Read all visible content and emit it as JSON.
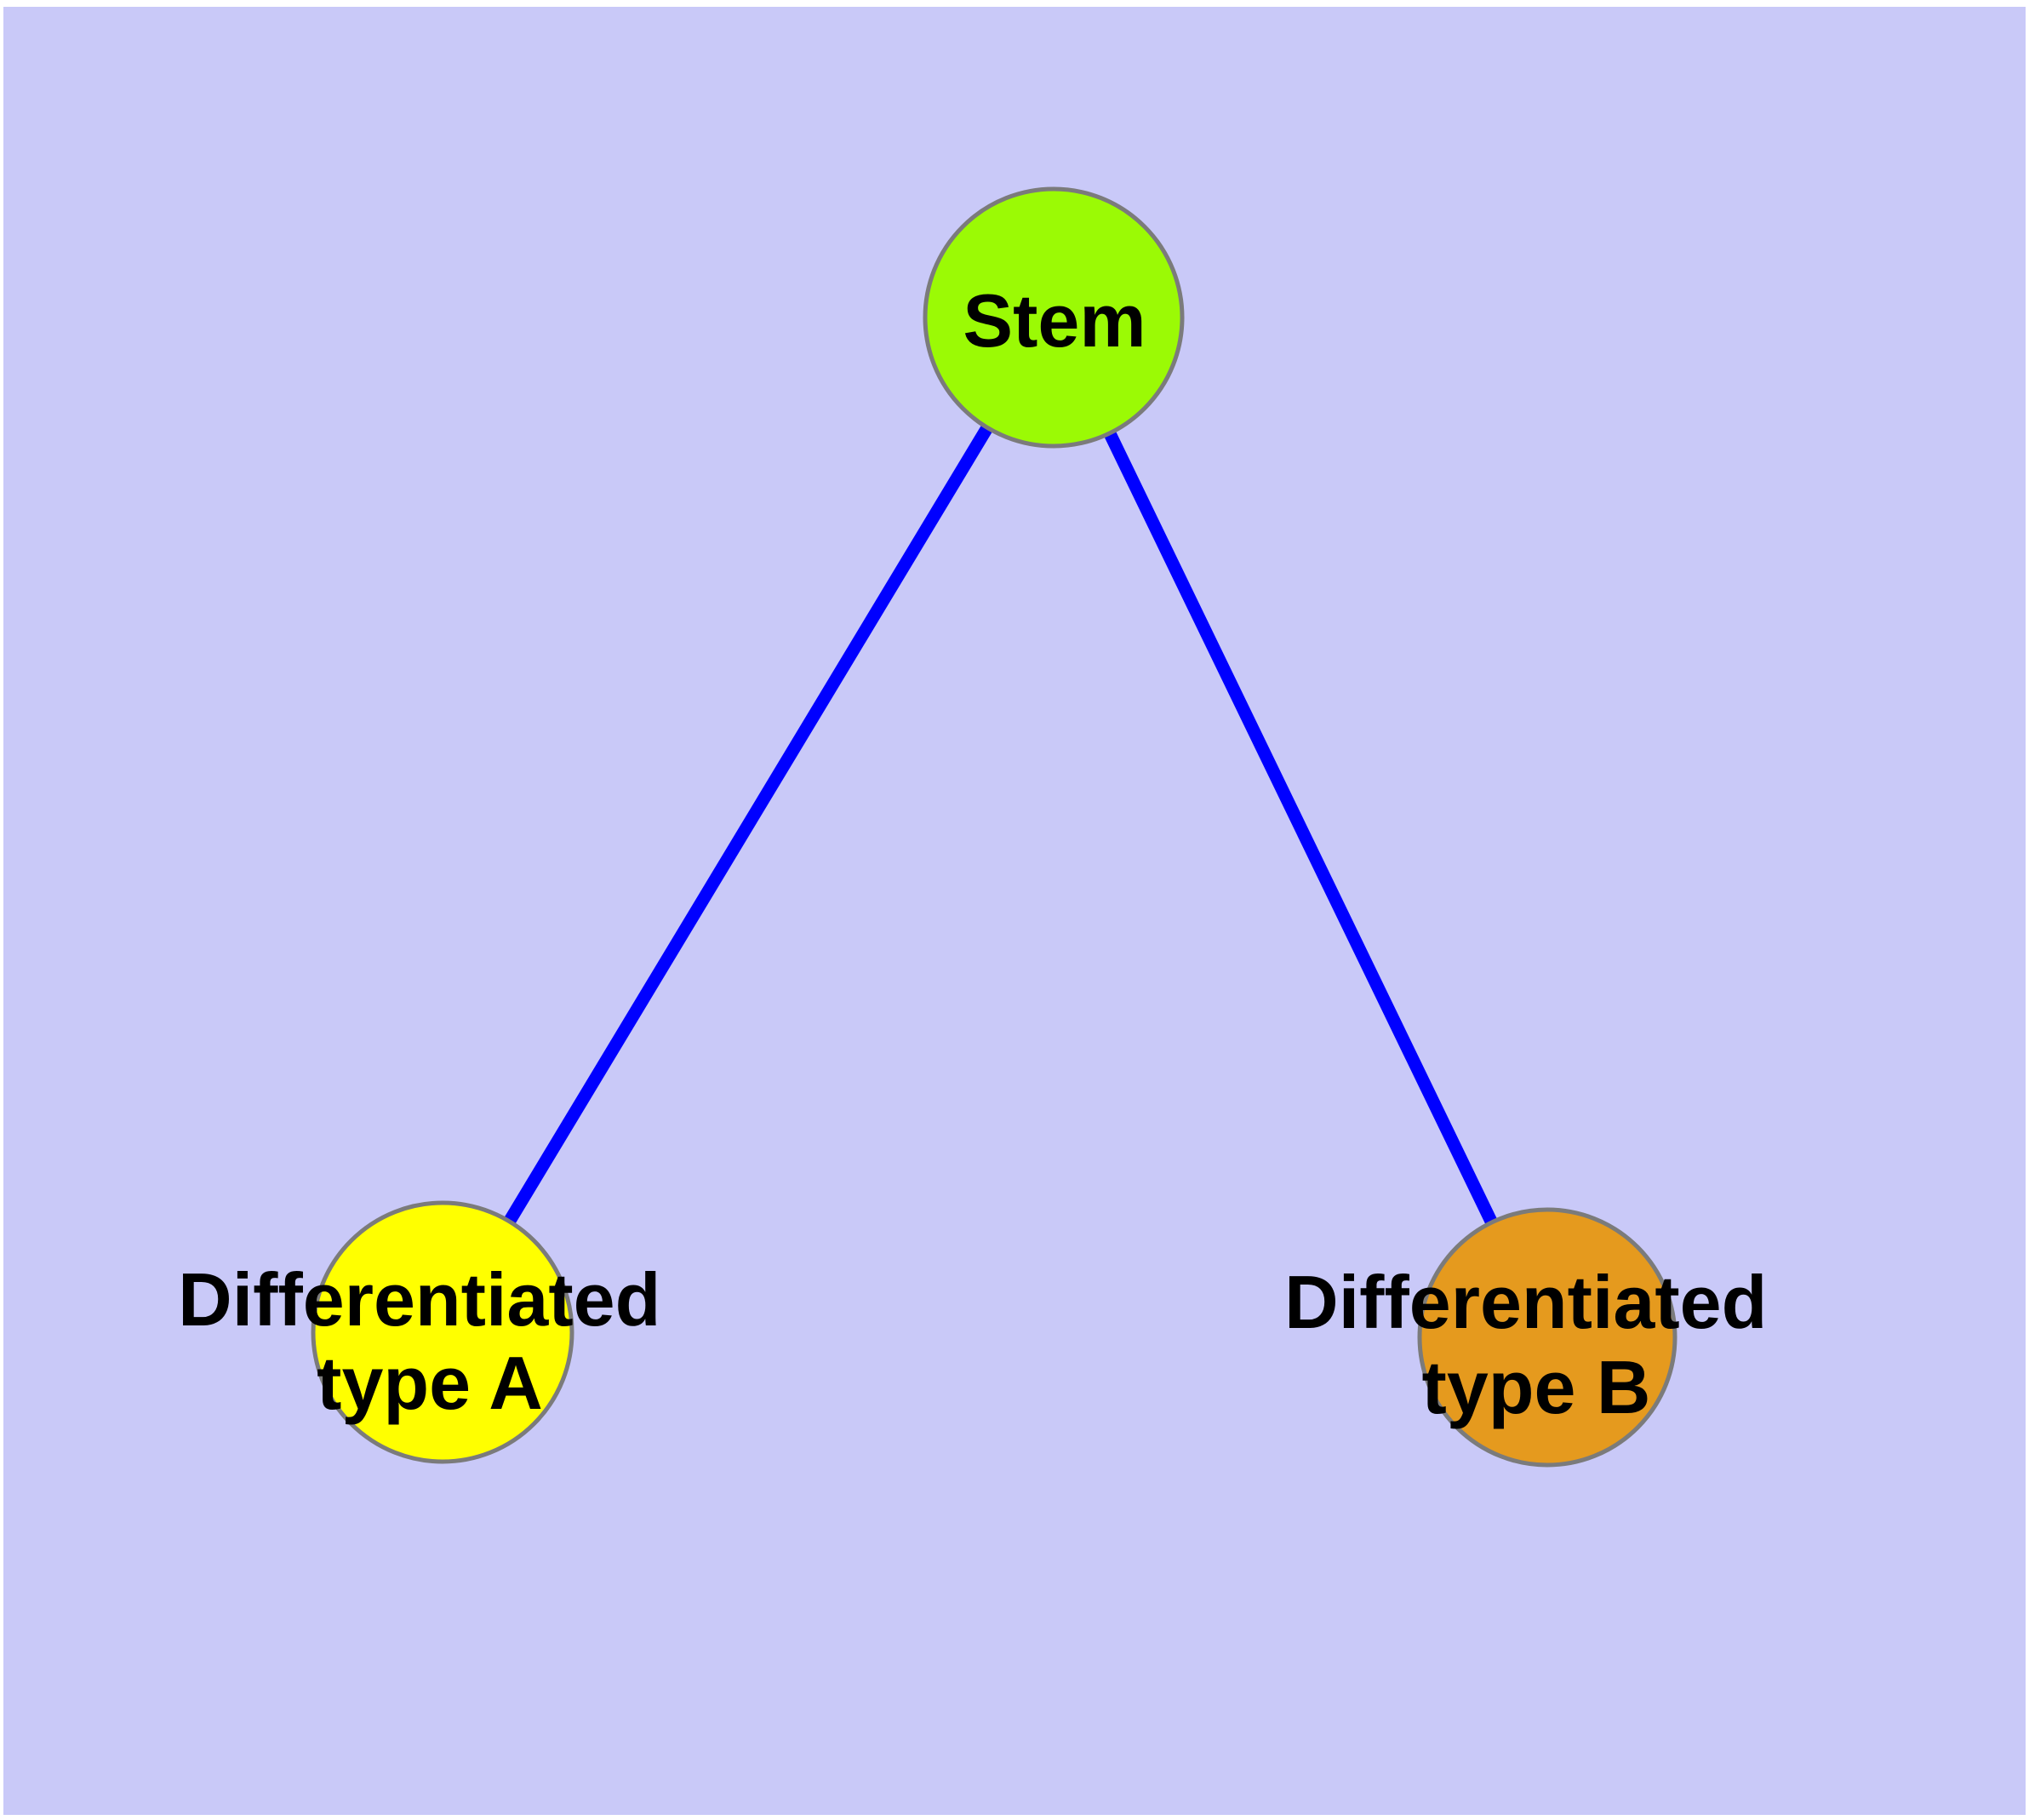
{
  "canvas": {
    "background_color": "#FFFFFF",
    "plot_background_color": "#C9C9F8"
  },
  "nodes": {
    "stem": {
      "label": "Stem",
      "fill_color": "#9BFA05",
      "border_color": "#7B7B7B",
      "text_color": "#000000"
    },
    "type_a": {
      "label_line1": "Differentiated",
      "label_line2": "type A",
      "fill_color": "#FFFF00",
      "border_color": "#7B7B7B",
      "text_color": "#000000"
    },
    "type_b": {
      "label_line1": "Differentiated",
      "label_line2": "type B",
      "fill_color": "#E59A1E",
      "border_color": "#7B7B7B",
      "text_color": "#000000"
    }
  },
  "edges": {
    "color": "#0000FF",
    "list": [
      {
        "from": "Stem",
        "to": "Differentiated type A"
      },
      {
        "from": "Stem",
        "to": "Differentiated type B"
      }
    ]
  }
}
